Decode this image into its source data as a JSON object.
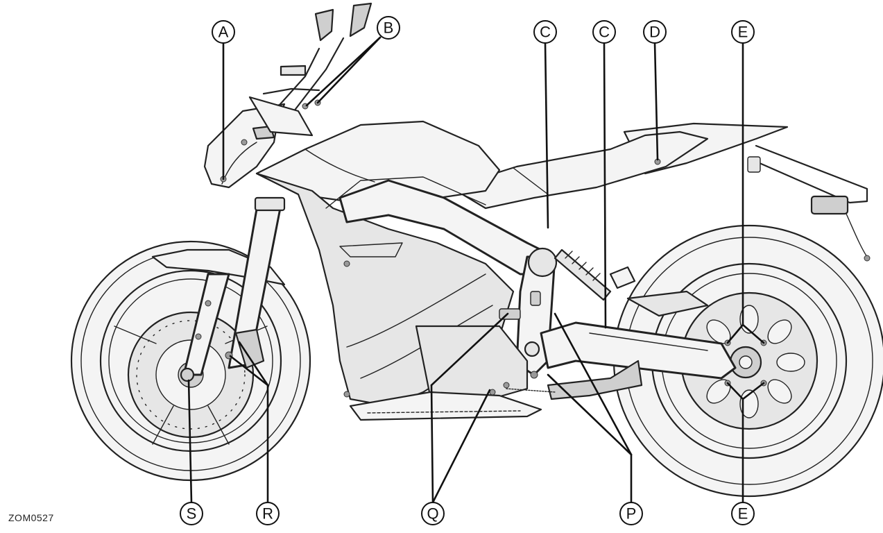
{
  "figure_code": "ZOM0527",
  "callouts": [
    {
      "label": "A"
    },
    {
      "label": "B"
    },
    {
      "label": "C"
    },
    {
      "label": "C"
    },
    {
      "label": "D"
    },
    {
      "label": "E"
    },
    {
      "label": "S"
    },
    {
      "label": "R"
    },
    {
      "label": "Q"
    },
    {
      "label": "P"
    },
    {
      "label": "E"
    }
  ],
  "colors": {
    "line": "#222222",
    "callout_stroke": "#111111",
    "background": "#ffffff"
  }
}
